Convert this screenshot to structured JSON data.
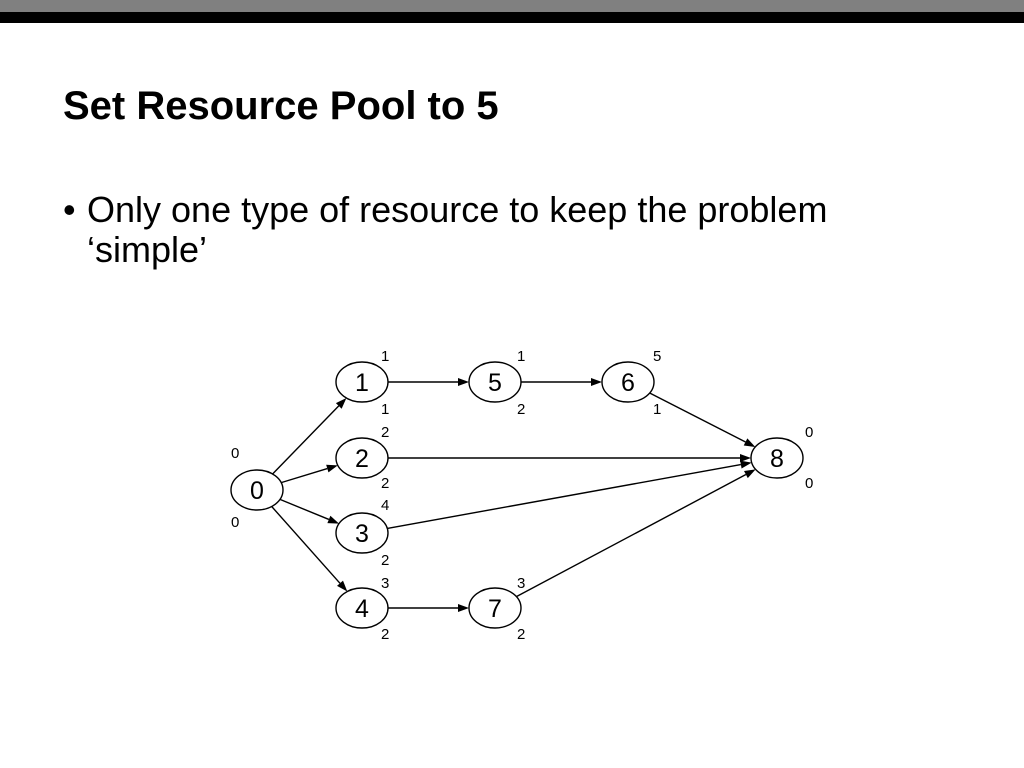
{
  "slide": {
    "title": "Set Resource Pool to 5",
    "bullet_mark": "•",
    "bullet_text": "Only one type of resource to keep the problem ‘simple’",
    "colors": {
      "top_bar_gray": "#808080",
      "top_bar_black": "#000000",
      "background": "#ffffff",
      "ink": "#000000"
    }
  },
  "diagram": {
    "nodes": [
      {
        "id": "0",
        "label": "0",
        "top": "0",
        "bottom": "0"
      },
      {
        "id": "1",
        "label": "1",
        "top": "1",
        "bottom": "1"
      },
      {
        "id": "2",
        "label": "2",
        "top": "2",
        "bottom": "2"
      },
      {
        "id": "3",
        "label": "3",
        "top": "4",
        "bottom": "2"
      },
      {
        "id": "4",
        "label": "4",
        "top": "3",
        "bottom": "2"
      },
      {
        "id": "5",
        "label": "5",
        "top": "1",
        "bottom": "2"
      },
      {
        "id": "6",
        "label": "6",
        "top": "5",
        "bottom": "1"
      },
      {
        "id": "7",
        "label": "7",
        "top": "3",
        "bottom": "2"
      },
      {
        "id": "8",
        "label": "8",
        "top": "0",
        "bottom": "0"
      }
    ],
    "edges": [
      {
        "from": "0",
        "to": "1"
      },
      {
        "from": "0",
        "to": "2"
      },
      {
        "from": "0",
        "to": "3"
      },
      {
        "from": "0",
        "to": "4"
      },
      {
        "from": "1",
        "to": "5"
      },
      {
        "from": "5",
        "to": "6"
      },
      {
        "from": "6",
        "to": "8"
      },
      {
        "from": "2",
        "to": "8"
      },
      {
        "from": "3",
        "to": "8"
      },
      {
        "from": "4",
        "to": "7"
      },
      {
        "from": "7",
        "to": "8"
      }
    ]
  }
}
